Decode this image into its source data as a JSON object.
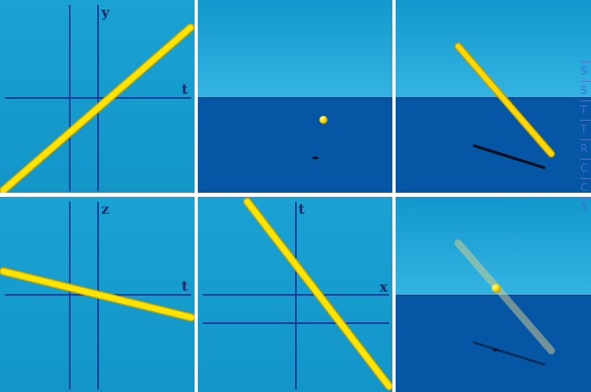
{
  "panels": {
    "yt_graph": {
      "vertical_axis_label": "y",
      "horizontal_axis_label": "t"
    },
    "zt_graph": {
      "vertical_axis_label": "z",
      "horizontal_axis_label": "t"
    },
    "tx_graph": {
      "vertical_axis_label": "t",
      "horizontal_axis_label": "x"
    }
  },
  "side_menu": {
    "items": [
      "S",
      "S",
      "T",
      "T",
      "R",
      "C",
      "C",
      "S"
    ]
  },
  "colors": {
    "sky": "#1aa4d6",
    "ground": "#0656a6",
    "graph_background": "#149fd2",
    "axis_line": "#1a3a9a",
    "worldline": "#ffe400",
    "worldline_edge": "#c8a800",
    "shadow": "#0a1020",
    "menu_link": "#3a6fd0"
  }
}
